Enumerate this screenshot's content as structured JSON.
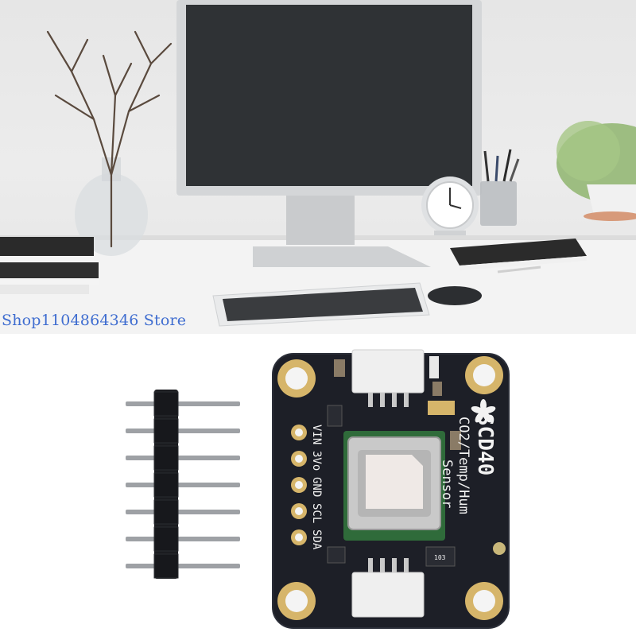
{
  "watermark": {
    "text": "Shop1104864346 Store"
  },
  "board": {
    "model": "SCD40",
    "subtitle_line1": "CO2/Temp/Hum",
    "subtitle_line2": "Sensor",
    "pins": [
      "VIN",
      "3Vo",
      "GND",
      "SCL",
      "SDA"
    ],
    "resistor_code": "103"
  },
  "header_pins": {
    "count": 7
  },
  "colors": {
    "pcb": "#1d1f27",
    "gold": "#d6b56a",
    "sensor_green": "#2f6b3a",
    "silkscreen": "#f2f2f2",
    "watermark": "#3f6dd0"
  }
}
